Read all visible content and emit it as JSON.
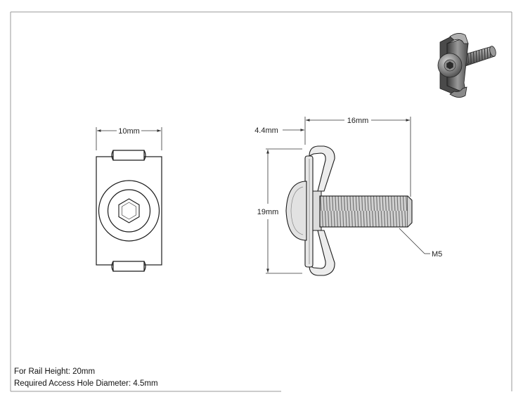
{
  "dimensions": {
    "front_width": "10mm",
    "side_flange": "4.4mm",
    "side_length": "16mm",
    "side_height": "19mm",
    "thread": "M5"
  },
  "notes": {
    "rail_height": "For Rail Height: 20mm",
    "access_hole": "Required Access Hole Diameter: 4.5mm"
  }
}
